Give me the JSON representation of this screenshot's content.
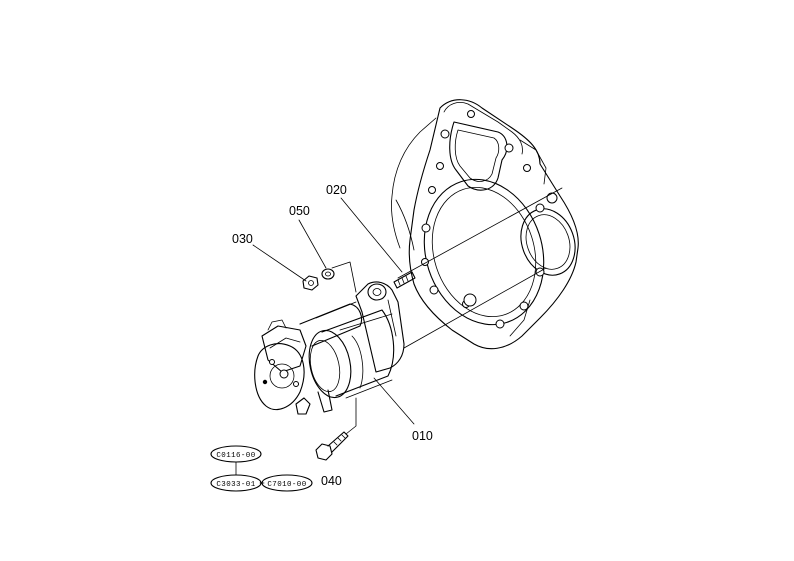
{
  "callouts": [
    {
      "id": "part-010",
      "text": "010"
    },
    {
      "id": "part-020",
      "text": "020"
    },
    {
      "id": "part-030",
      "text": "030"
    },
    {
      "id": "part-040",
      "text": "040"
    },
    {
      "id": "part-050",
      "text": "050"
    }
  ],
  "references": [
    {
      "id": "ref-top",
      "text": "C0116-00"
    },
    {
      "id": "ref-left",
      "text": "C3033-01"
    },
    {
      "id": "ref-right",
      "text": "C7010-00"
    }
  ]
}
